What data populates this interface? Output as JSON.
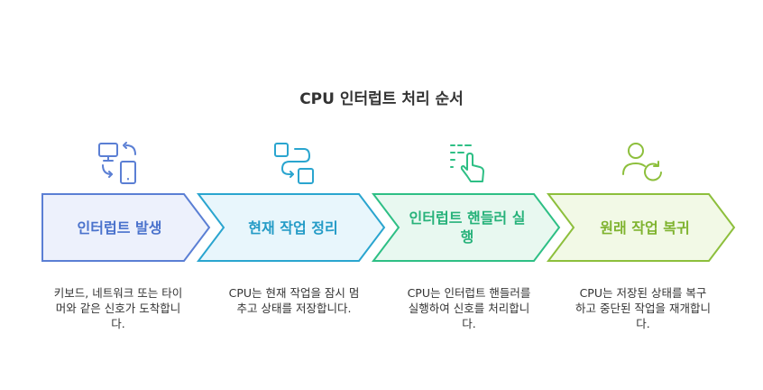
{
  "title": "CPU 인터럽트 처리 순서",
  "steps": [
    {
      "label": "인터럽트 발생",
      "description": "키보드, 네트워크 또는 타이머와 같은 신호가 도착합니다.",
      "icon": "devices-sync-icon",
      "color": "#5b7fd4",
      "fill": "#edf1fc"
    },
    {
      "label": "현재 작업 정리",
      "description": "CPU는 현재 작업을 잠시 멈추고 상태를 저장합니다.",
      "icon": "swap-squares-icon",
      "color": "#2aa5cf",
      "fill": "#e8f6fc"
    },
    {
      "label": "인터럽트 핸들러 실행",
      "description": "CPU는 인터럽트 핸들러를 실행하여 신호를 처리합니다.",
      "icon": "tap-gesture-icon",
      "color": "#2ebf85",
      "fill": "#e8f8f0"
    },
    {
      "label": "원래 작업 복귀",
      "description": "CPU는 저장된 상태를 복구하고 중단된 작업을 재개합니다.",
      "icon": "user-refresh-icon",
      "color": "#8dbf3c",
      "fill": "#f2f9e6"
    }
  ]
}
